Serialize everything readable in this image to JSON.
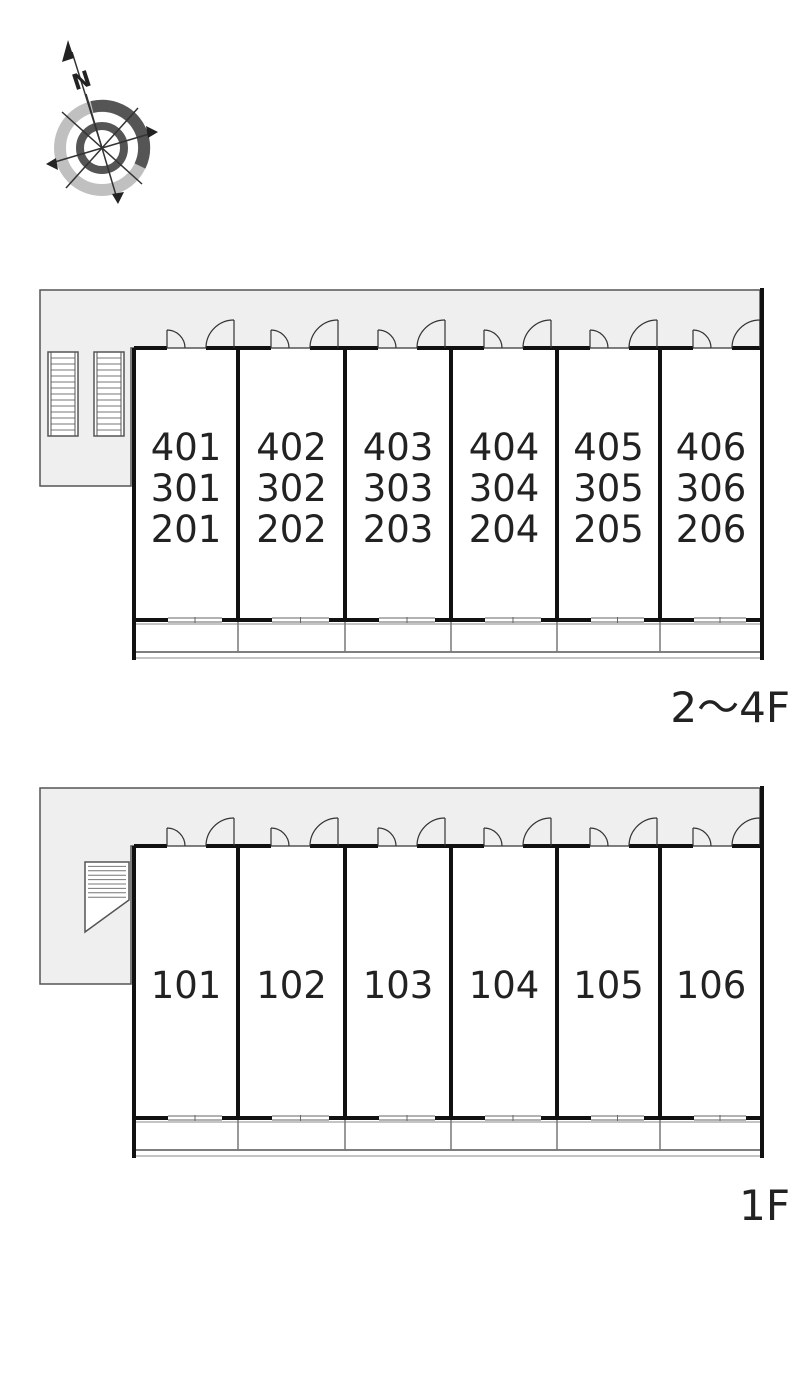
{
  "compass": {
    "north_label": "N",
    "icon": "compass-rose-icon"
  },
  "floors": [
    {
      "id": "upper",
      "label": "2～4F",
      "stair": "double-straight-stairs",
      "units": [
        [
          "401",
          "301",
          "201"
        ],
        [
          "402",
          "302",
          "202"
        ],
        [
          "403",
          "303",
          "203"
        ],
        [
          "404",
          "304",
          "204"
        ],
        [
          "405",
          "305",
          "205"
        ],
        [
          "406",
          "306",
          "206"
        ]
      ]
    },
    {
      "id": "ground",
      "label": "1F",
      "stair": "triangular-stair",
      "units": [
        [
          "101"
        ],
        [
          "102"
        ],
        [
          "103"
        ],
        [
          "104"
        ],
        [
          "105"
        ],
        [
          "106"
        ]
      ]
    }
  ],
  "colors": {
    "corridor": "#efefef",
    "wall": "#111111",
    "line": "#555555",
    "compass_dark": "#555555",
    "compass_light": "#c0c0c0"
  }
}
